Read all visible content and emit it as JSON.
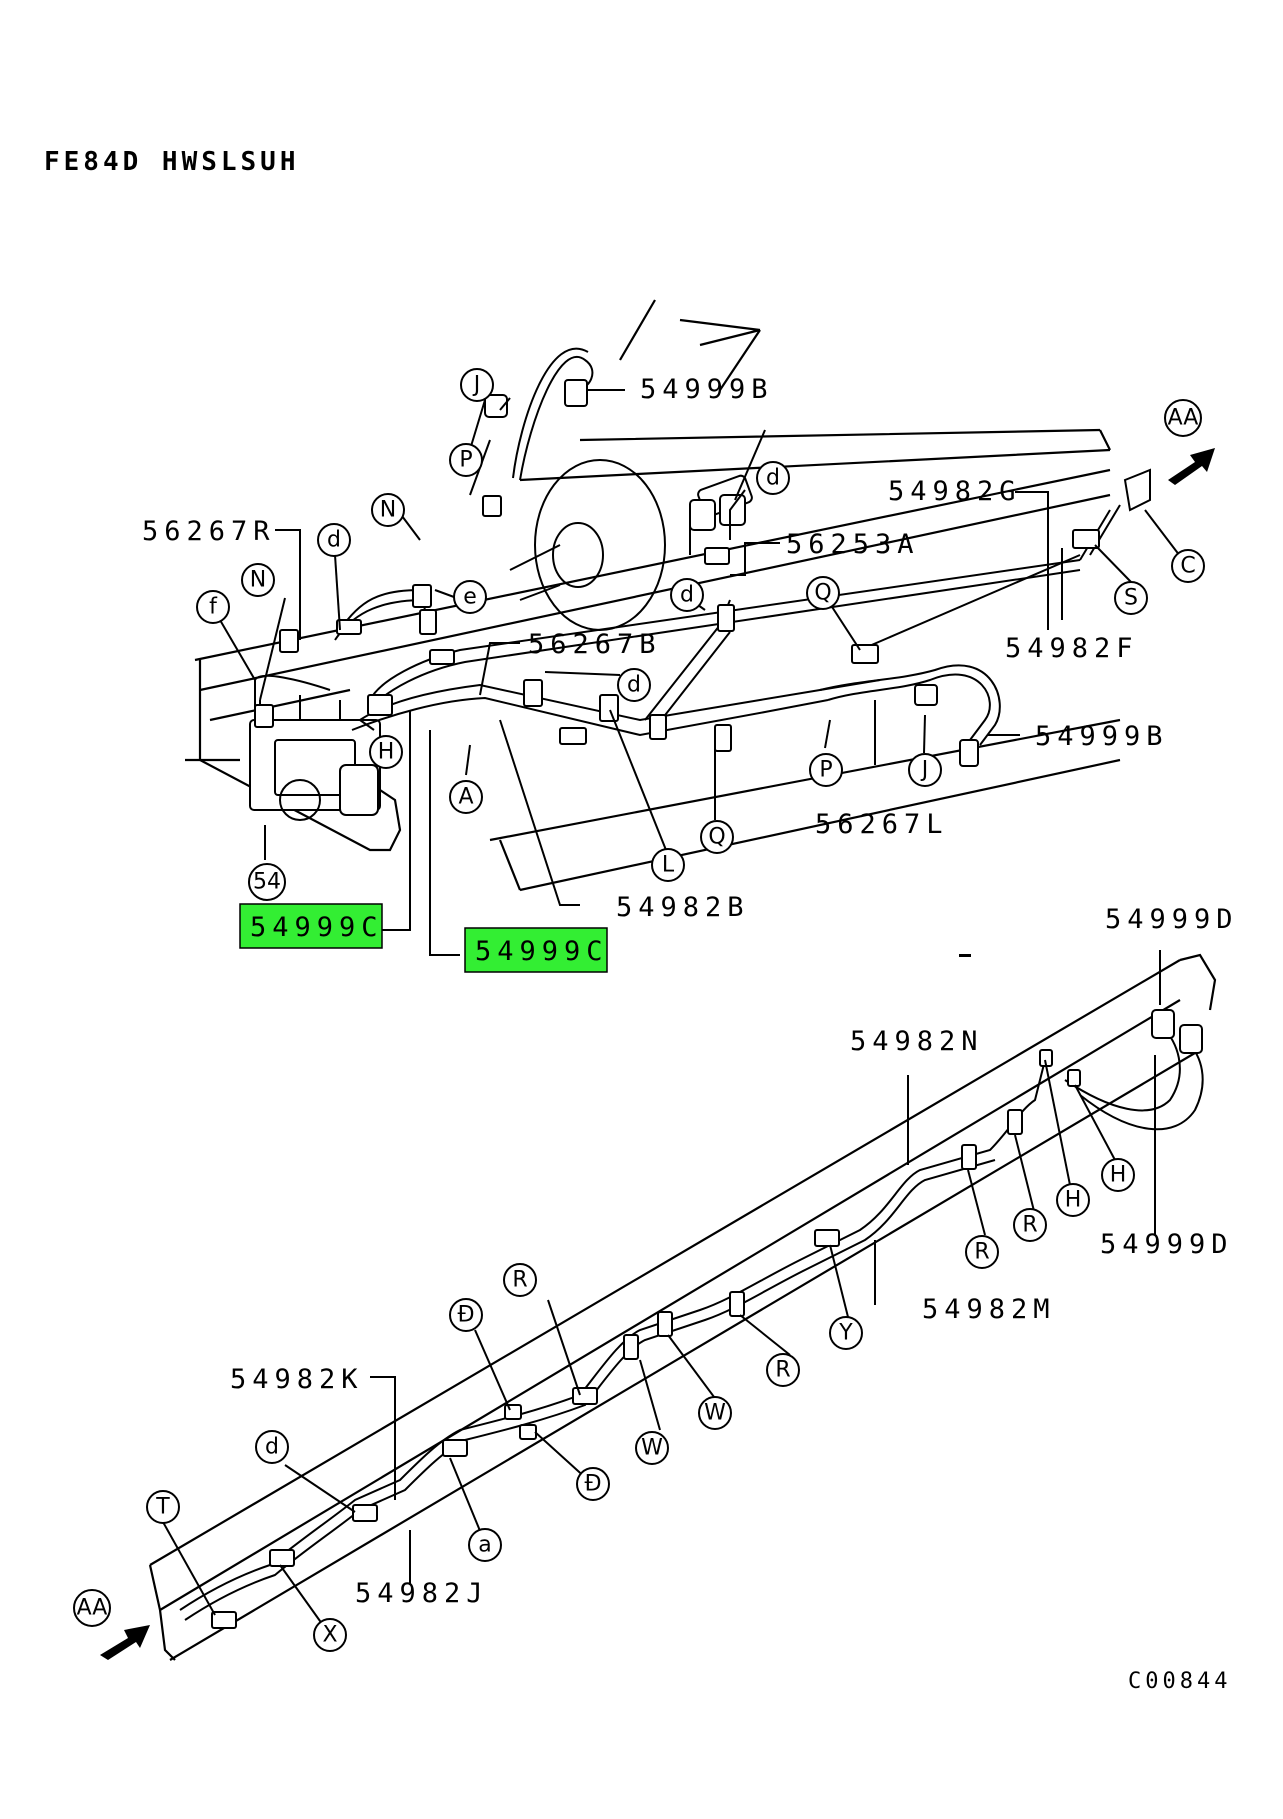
{
  "header": {
    "title": "FE84D HWSLSUH"
  },
  "footer": {
    "ref_code": "C00844"
  },
  "part_labels": {
    "p54999B_top": "54999B",
    "p56267R": "56267R",
    "p54982G": "54982G",
    "p56253A": "56253A",
    "p56267B": "56267B",
    "p54982F": "54982F",
    "p54999B_right": "54999B",
    "p56267L": "56267L",
    "p54982B": "54982B",
    "p54999C_left": "54999C",
    "p54999C_mid": "54999C",
    "p54999D_top": "54999D",
    "p54982N": "54982N",
    "p54999D_right": "54999D",
    "p54982M": "54982M",
    "p54982K": "54982K",
    "p54982J": "54982J"
  },
  "callouts": {
    "J_top": "J",
    "P_top": "P",
    "N_top": "N",
    "d_top": "d",
    "N_left": "N",
    "f": "f",
    "e": "e",
    "d_mid": "d",
    "d_right": "d",
    "d_center": "d",
    "H_top": "H",
    "A": "A",
    "L": "L",
    "Q_lower": "Q",
    "P_lower": "P",
    "J_lower": "J",
    "Q_upper": "Q",
    "S": "S",
    "C": "C",
    "AA_top": "AA",
    "num54": "54",
    "H_b1": "H",
    "H_b2": "H",
    "R_1": "R",
    "R_2": "R",
    "R_3": "R",
    "R_4": "R",
    "Y": "Y",
    "W_1": "W",
    "W_2": "W",
    "D_1": "Đ",
    "D_2": "Đ",
    "a": "a",
    "d_bottom": "d",
    "T": "T",
    "X": "X",
    "AA_bottom": "AA"
  },
  "colors": {
    "highlight": "#33ee33",
    "line": "#000000"
  }
}
